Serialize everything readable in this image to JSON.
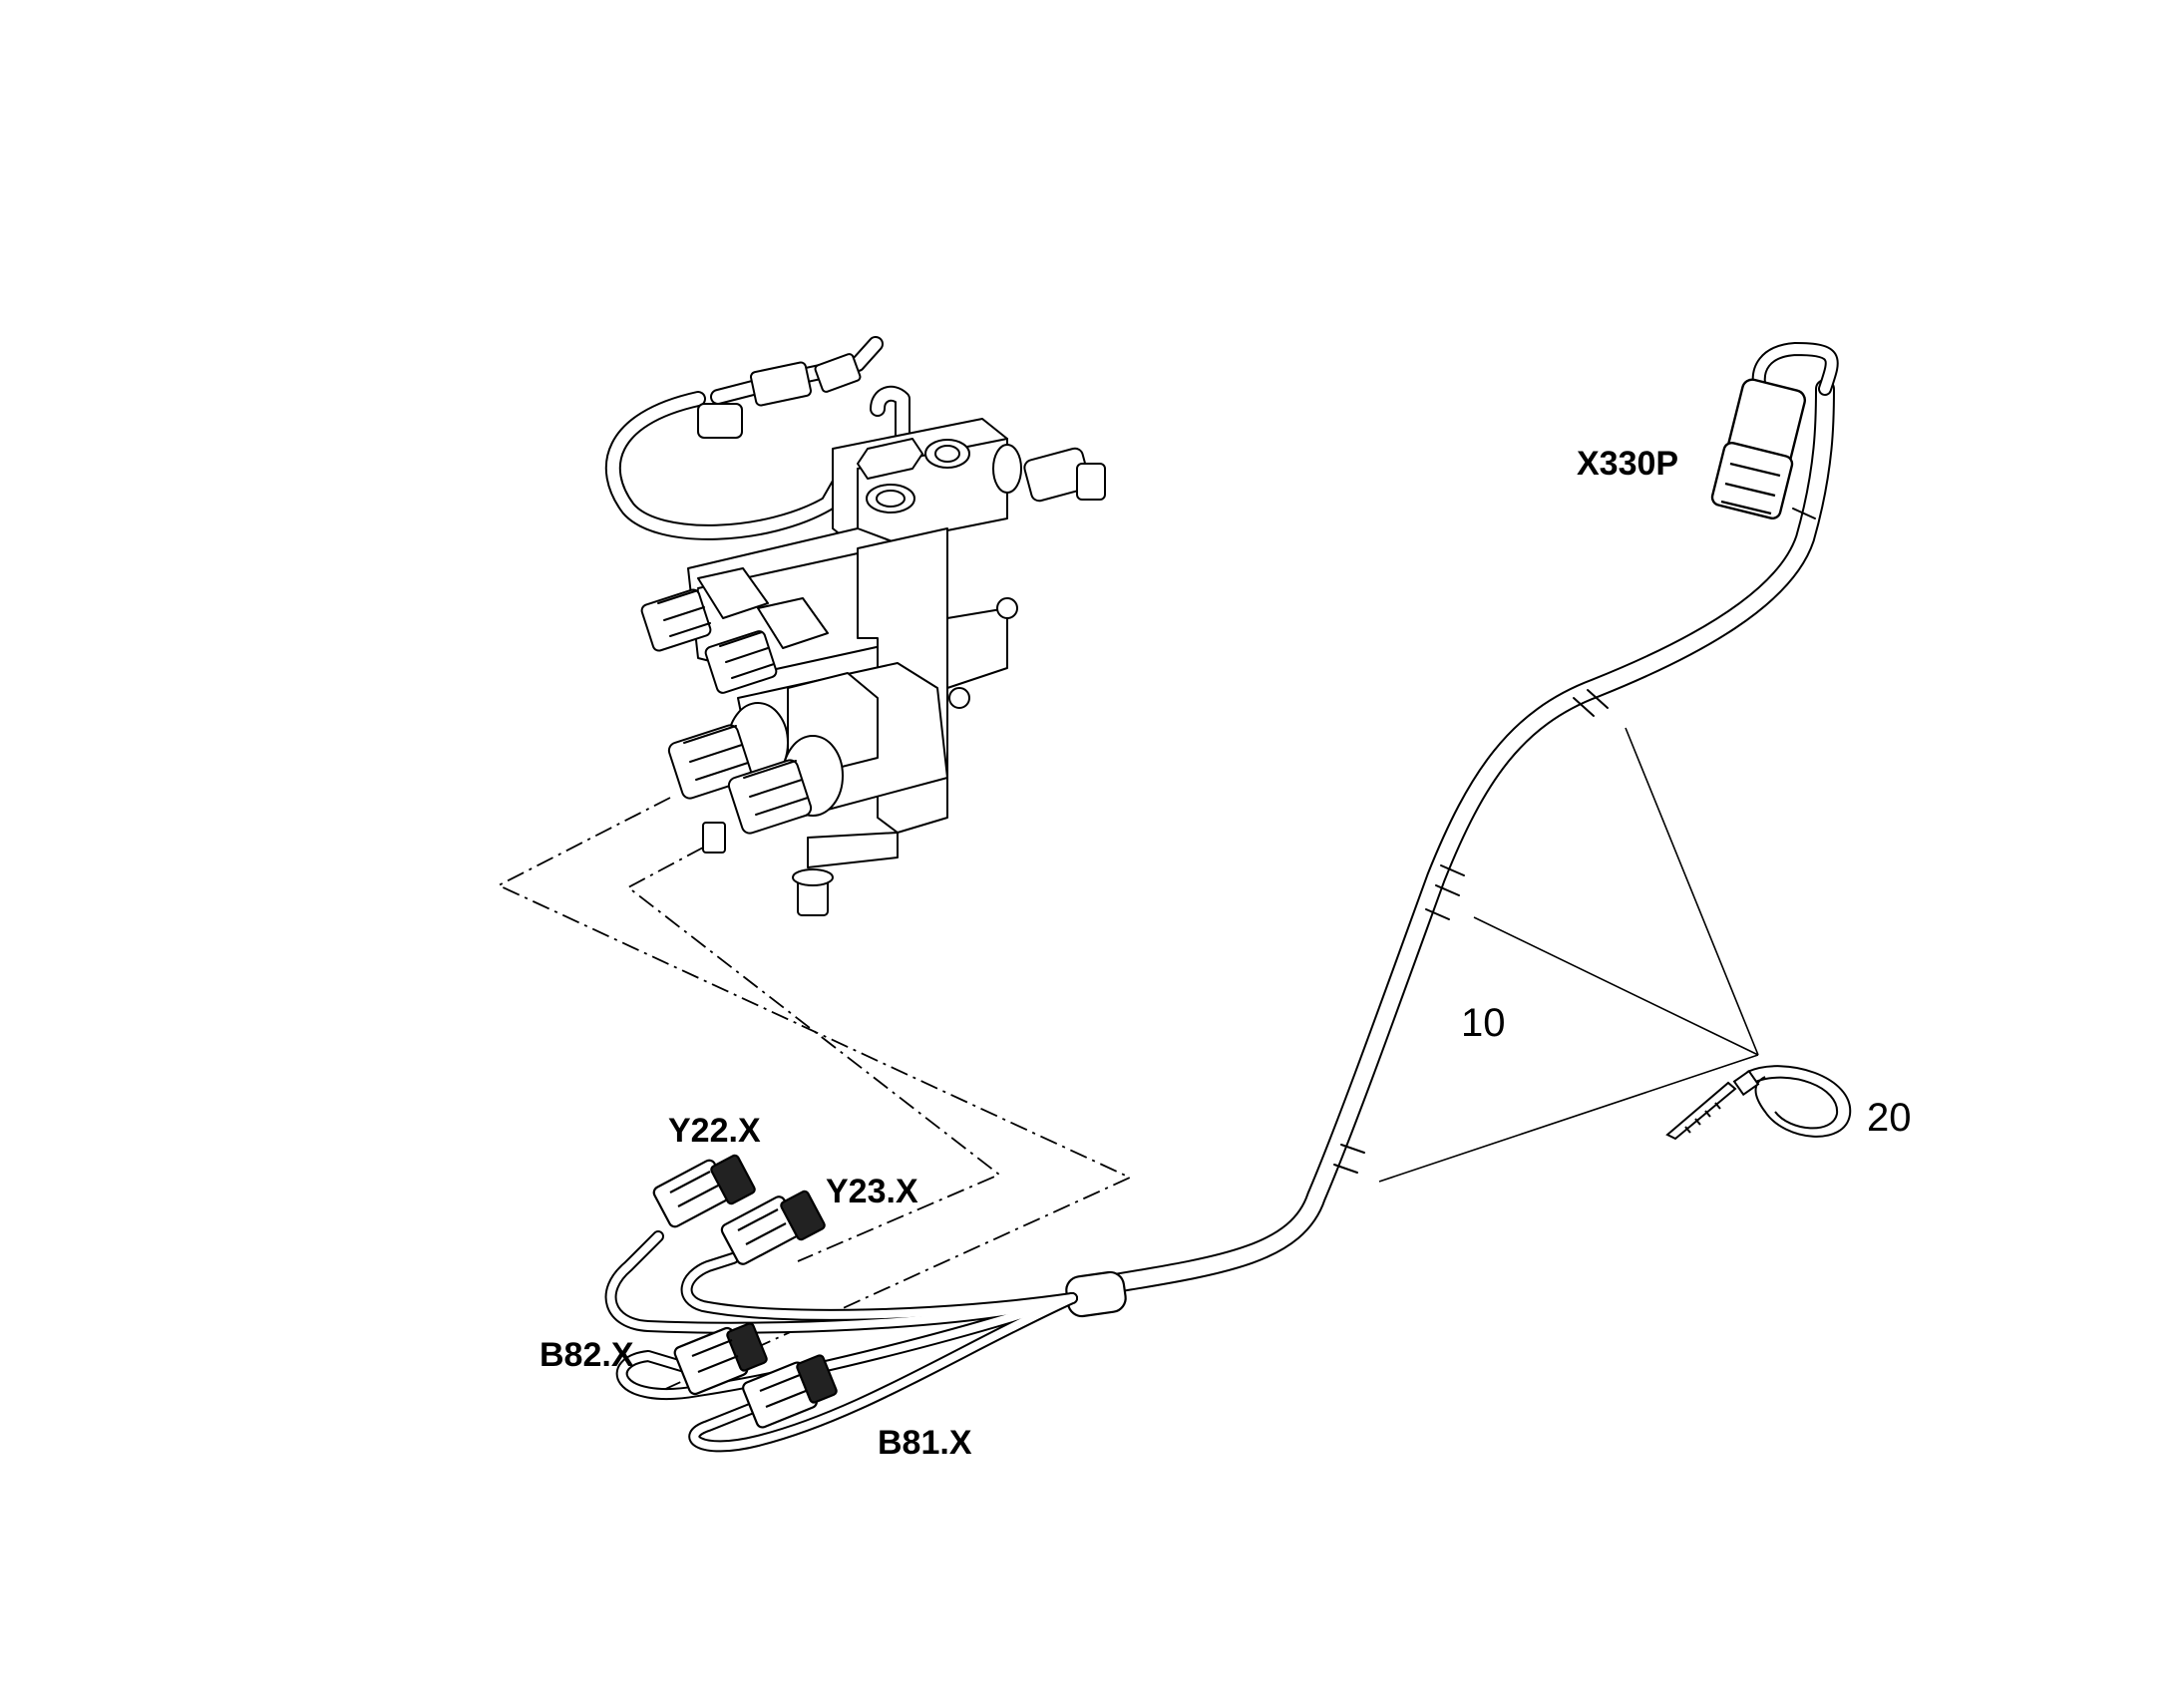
{
  "diagram": {
    "connector_labels": {
      "x330p": "X330P",
      "y22": "Y22.X",
      "y23": "Y23.X",
      "b82": "B82.X",
      "b81": "B81.X"
    },
    "position_numbers": {
      "harness": "10",
      "cable_tie": "20"
    },
    "parts": {
      "valve_block": "hydraulic-valve-block",
      "wiring_harness": "wiring-harness",
      "cable_tie": "cable-tie"
    }
  }
}
